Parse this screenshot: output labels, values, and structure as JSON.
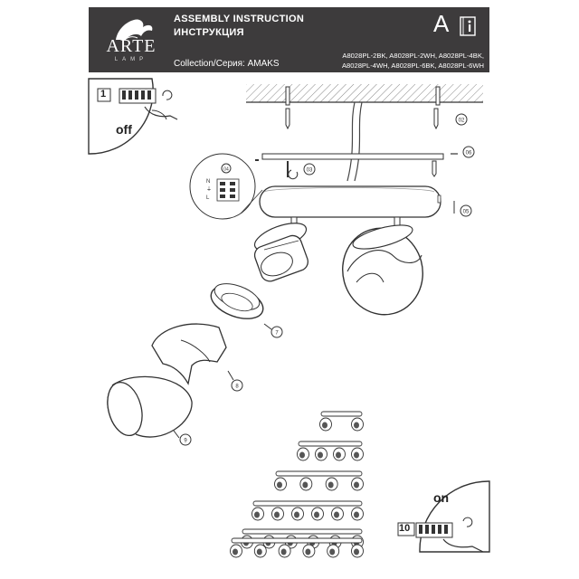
{
  "header": {
    "brand": "ARTE",
    "brand_sub": "LAMP",
    "title_en": "ASSEMBLY INSTRUCTION",
    "title_ru": "ИНСТРУКЦИЯ",
    "collection": "Collection/Серия: AMAKS",
    "models": [
      "A8028PL-2BK, A8028PL-2WH, A8028PL-4BK,",
      "A8028PL-4WH, A8028PL-6BK, A8028PL-6WH"
    ],
    "badge_letter": "A",
    "icon_brand": "lion-logo-icon",
    "icon_info": "info-book-icon"
  },
  "steps": {
    "power_off_label": "off",
    "power_off_step": "1",
    "power_on_label": "on",
    "power_on_step": "10",
    "callouts": [
      "02",
      "03",
      "04",
      "05",
      "06",
      "7",
      "8",
      "9"
    ],
    "wire_codes": [
      "N",
      "⏚",
      "L"
    ]
  },
  "variants": {
    "counts": [
      2,
      4,
      4,
      6,
      6,
      6
    ]
  }
}
